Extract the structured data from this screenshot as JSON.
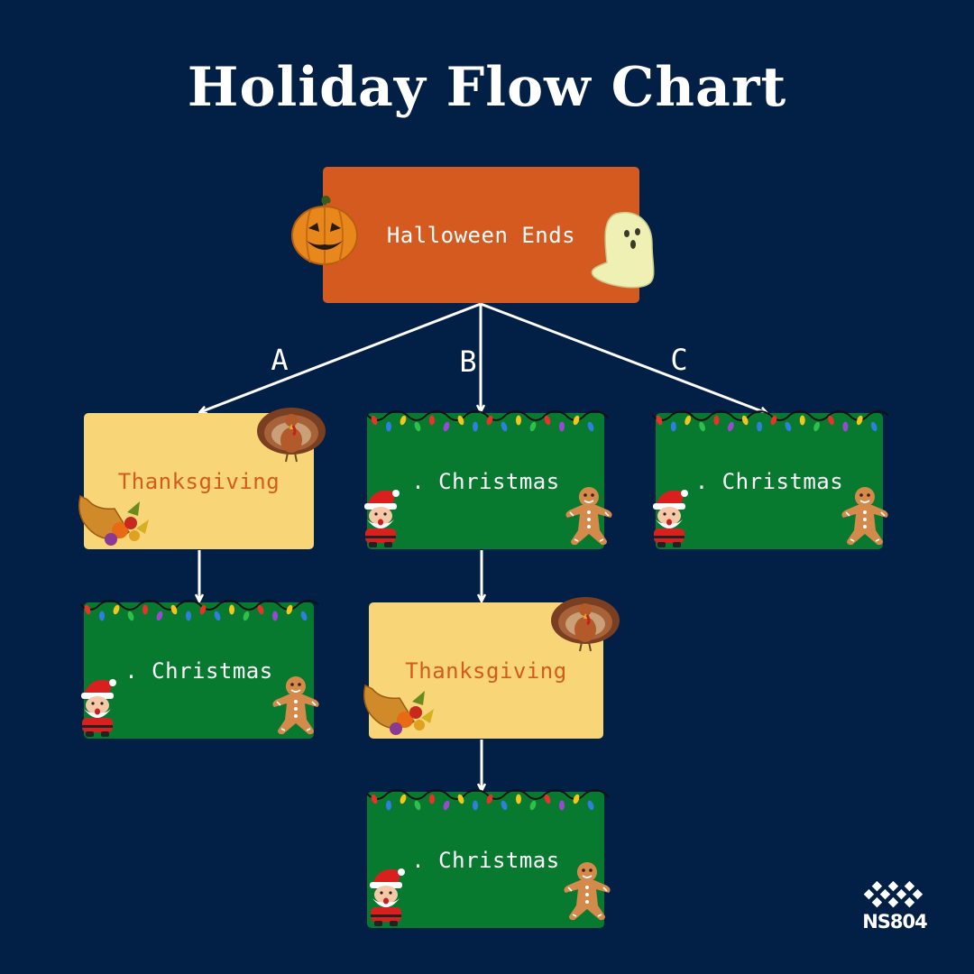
{
  "title": "Holiday Flow Chart",
  "colors": {
    "background": "#021f45",
    "halloween": "#d45a1f",
    "thanksgiving": "#f8d678",
    "christmas": "#087a30",
    "thanksgiving_text": "#d35c1c",
    "arrow": "#ffffff"
  },
  "nodes": {
    "root": {
      "label": "Halloween Ends",
      "icons": [
        "pumpkin-icon",
        "ghost-icon"
      ]
    },
    "a1": {
      "label": "Thanksgiving",
      "icons": [
        "turkey-icon",
        "cornucopia-icon"
      ]
    },
    "a2": {
      "label": ". Christmas",
      "icons": [
        "christmas-lights-icon",
        "santa-icon",
        "gingerbread-icon"
      ]
    },
    "b1": {
      "label": ". Christmas",
      "icons": [
        "christmas-lights-icon",
        "santa-icon",
        "gingerbread-icon"
      ]
    },
    "b2": {
      "label": "Thanksgiving",
      "icons": [
        "turkey-icon",
        "cornucopia-icon"
      ]
    },
    "b3": {
      "label": ". Christmas",
      "icons": [
        "christmas-lights-icon",
        "santa-icon",
        "gingerbread-icon"
      ]
    },
    "c1": {
      "label": ". Christmas",
      "icons": [
        "christmas-lights-icon",
        "santa-icon",
        "gingerbread-icon"
      ]
    }
  },
  "edges": [
    {
      "from": "root",
      "to": "a1",
      "label": "A"
    },
    {
      "from": "root",
      "to": "b1",
      "label": "B"
    },
    {
      "from": "root",
      "to": "c1",
      "label": "C"
    },
    {
      "from": "a1",
      "to": "a2",
      "label": ""
    },
    {
      "from": "b1",
      "to": "b2",
      "label": ""
    },
    {
      "from": "b2",
      "to": "b3",
      "label": ""
    }
  ],
  "logo": {
    "text": "NS804",
    "icon": "ns804-logo-icon"
  }
}
